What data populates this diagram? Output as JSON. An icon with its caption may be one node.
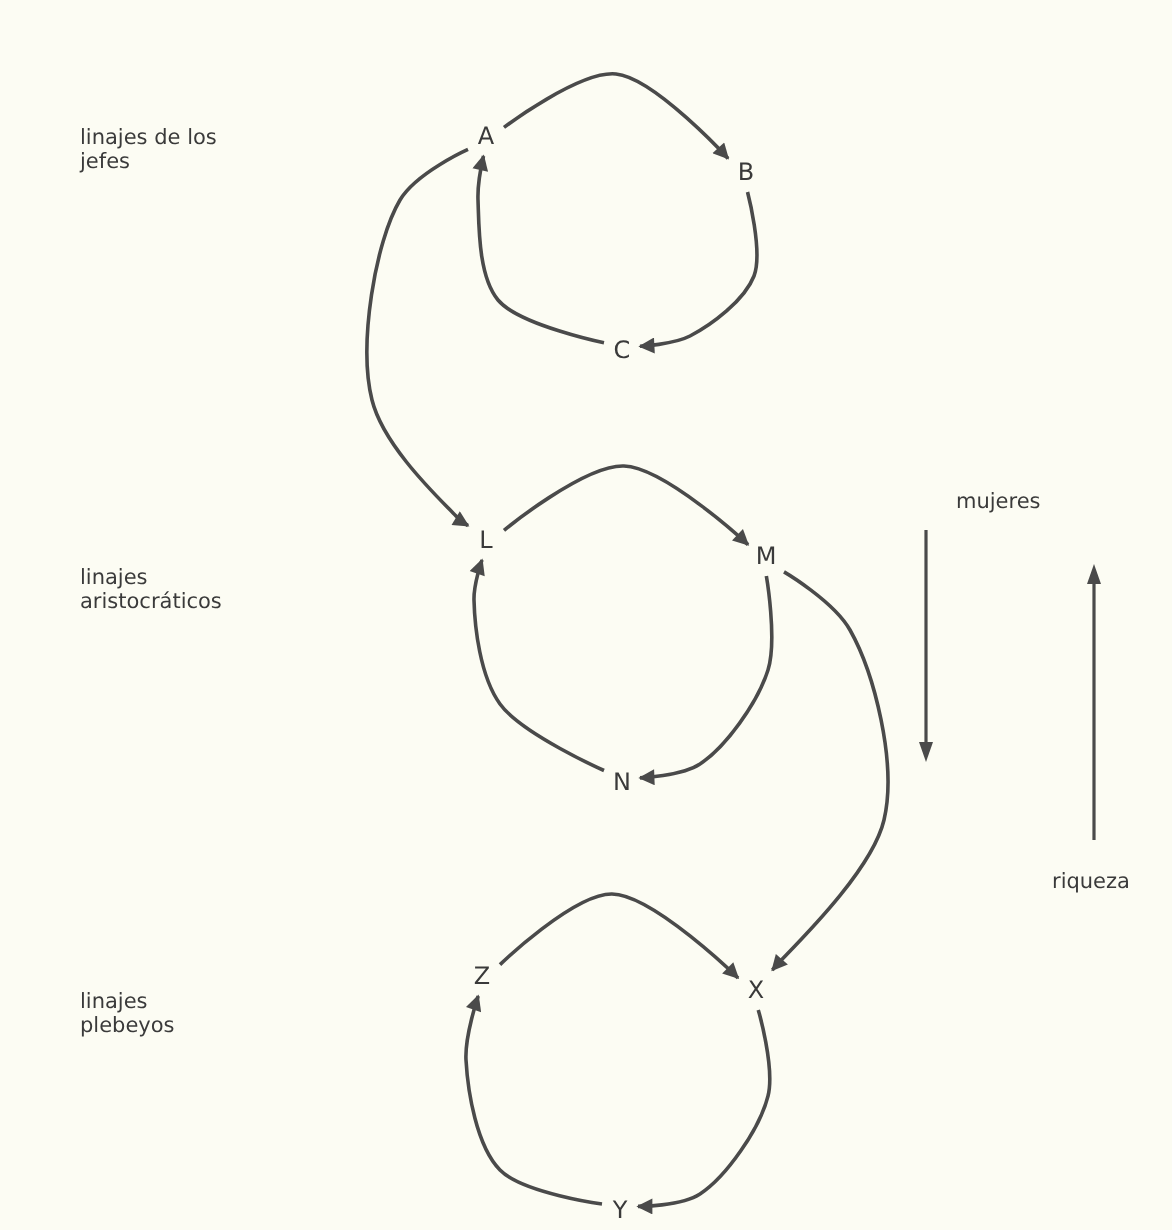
{
  "diagram": {
    "nodes": [
      {
        "text": [
          "A"
        ]
      },
      {
        "text": [
          "B"
        ]
      },
      {
        "text": [
          "C"
        ]
      },
      {
        "text": [
          "L"
        ]
      },
      {
        "text": [
          "M"
        ]
      },
      {
        "text": [
          "N"
        ]
      },
      {
        "text": [
          "Z"
        ]
      },
      {
        "text": [
          "X"
        ]
      },
      {
        "text": [
          "Y"
        ]
      }
    ],
    "edges": [
      {
        "from": 0,
        "to": 1,
        "arrow": "to"
      },
      {
        "from": 1,
        "to": 2,
        "arrow": "to"
      },
      {
        "from": 2,
        "to": 0,
        "arrow": "to"
      },
      {
        "from": 3,
        "to": 4,
        "arrow": "to"
      },
      {
        "from": 4,
        "to": 5,
        "arrow": "to"
      },
      {
        "from": 5,
        "to": 3,
        "arrow": "to"
      },
      {
        "from": 6,
        "to": 7,
        "arrow": "to"
      },
      {
        "from": 7,
        "to": 8,
        "arrow": "to"
      },
      {
        "from": 8,
        "to": 6,
        "arrow": "to"
      },
      {
        "from": 0,
        "to": 3,
        "arrow": "to"
      },
      {
        "from": 4,
        "to": 7,
        "arrow": "to"
      }
    ],
    "labels": [
      "linajes de los jefes",
      "mujeres",
      "linajes aristocráticos",
      "riqueza",
      "linajes plebeyos"
    ]
  }
}
